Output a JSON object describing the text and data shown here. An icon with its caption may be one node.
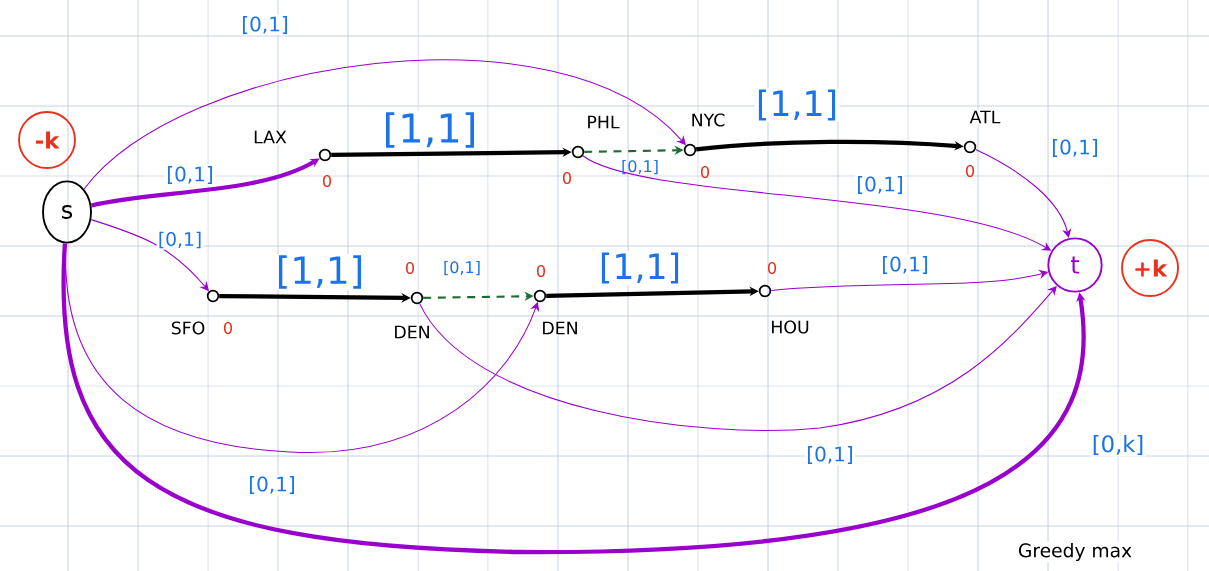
{
  "diagram": {
    "nodes": [
      {
        "text": [
          "s"
        ]
      },
      {
        "text": [
          "-k"
        ]
      },
      {
        "text": [
          "LAX"
        ],
        "beside": [
          "0"
        ]
      },
      {
        "text": [
          "PHL"
        ],
        "beside": [
          "0"
        ]
      },
      {
        "text": [
          "NYC"
        ],
        "beside": [
          "0"
        ]
      },
      {
        "text": [
          "ATL"
        ],
        "beside": [
          "0"
        ]
      },
      {
        "text": [
          "SFO"
        ],
        "beside": [
          "0"
        ]
      },
      {
        "text": [
          "DEN"
        ],
        "beside": [
          "0"
        ]
      },
      {
        "text": [
          "DEN"
        ],
        "beside": [
          "0"
        ]
      },
      {
        "text": [
          "HOU"
        ],
        "beside": [
          "0"
        ]
      },
      {
        "text": [
          "t"
        ]
      },
      {
        "text": [
          "+k"
        ]
      }
    ],
    "edges": [
      {
        "from": 0,
        "to": 2,
        "arrow": "to",
        "label": "[0,1]",
        "style": "thick"
      },
      {
        "from": 0,
        "to": 4,
        "arrow": "to",
        "label": "[0,1]"
      },
      {
        "from": 0,
        "to": 6,
        "arrow": "to",
        "label": "[0,1]"
      },
      {
        "from": 0,
        "to": 8,
        "arrow": "to",
        "label": "[0,1]"
      },
      {
        "from": 0,
        "to": 10,
        "arrow": "to",
        "label": "[0,k]",
        "style": "thick"
      },
      {
        "from": 2,
        "to": 3,
        "arrow": "to",
        "label": "[1,1]",
        "style": "thick",
        "color": "#000000"
      },
      {
        "from": 3,
        "to": 4,
        "arrow": "to",
        "label": "[0,1]",
        "style": "dashed",
        "color": "#1e6b34"
      },
      {
        "from": 4,
        "to": 5,
        "arrow": "to",
        "label": "[1,1]",
        "style": "thick",
        "color": "#000000"
      },
      {
        "from": 3,
        "to": 10,
        "arrow": "to",
        "label": "[0,1]"
      },
      {
        "from": 5,
        "to": 10,
        "arrow": "to",
        "label": "[0,1]"
      },
      {
        "from": 6,
        "to": 7,
        "arrow": "to",
        "label": "[1,1]",
        "style": "thick",
        "color": "#000000"
      },
      {
        "from": 7,
        "to": 8,
        "arrow": "to",
        "label": "[0,1]",
        "style": "dashed",
        "color": "#1e6b34"
      },
      {
        "from": 8,
        "to": 9,
        "arrow": "to",
        "label": "[1,1]",
        "style": "thick",
        "color": "#000000"
      },
      {
        "from": 9,
        "to": 10,
        "arrow": "to",
        "label": "[0,1]"
      },
      {
        "from": 7,
        "to": 10,
        "arrow": "to",
        "label": "[0,1]"
      }
    ],
    "labels": [
      "Greedy max"
    ]
  }
}
